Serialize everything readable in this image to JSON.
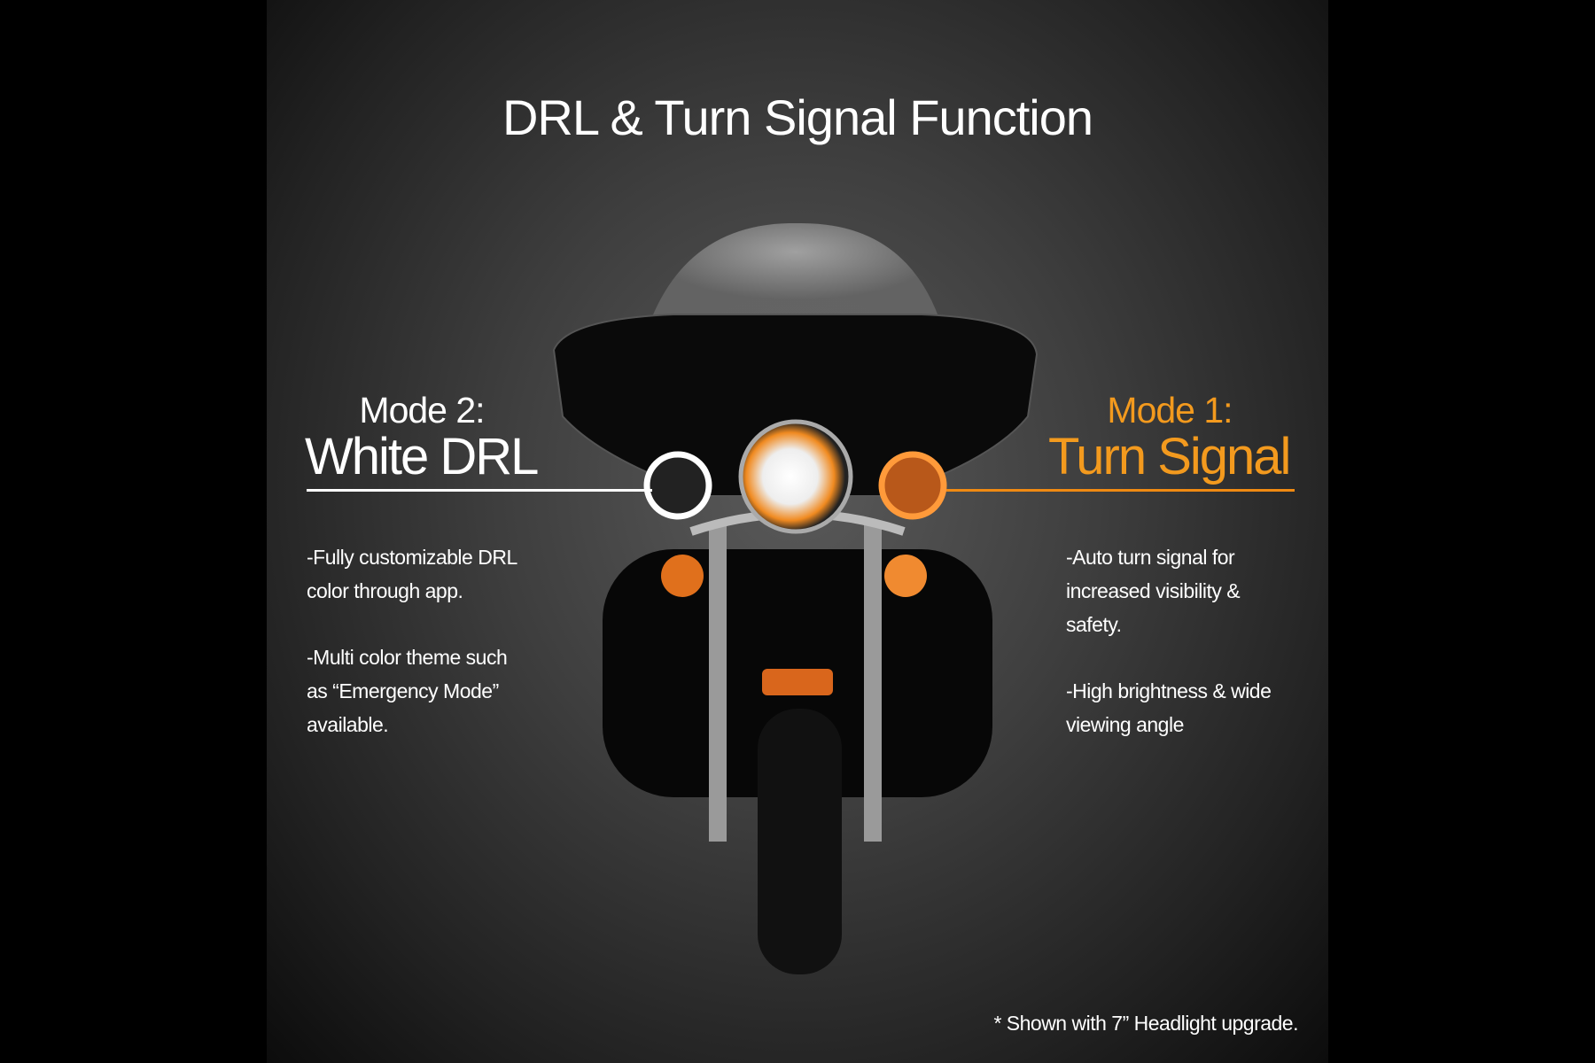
{
  "title": "DRL & Turn Signal Function",
  "left": {
    "mode_label": "Mode 2:",
    "mode_name": "White DRL",
    "bullets": [
      "-Fully customizable DRL",
      "color through app.",
      "-Multi color theme such",
      "as “Emergency Mode”",
      "available."
    ]
  },
  "right": {
    "mode_label": "Mode 1:",
    "mode_name": "Turn Signal",
    "bullets": [
      "-Auto turn signal for",
      "increased visibility &",
      "safety.",
      "-High brightness & wide",
      "viewing angle"
    ]
  },
  "footnote": "* Shown with 7” Headlight upgrade.",
  "colors": {
    "accent": "#f39a1e",
    "text": "#ffffff",
    "background": "#3e3e3e"
  }
}
